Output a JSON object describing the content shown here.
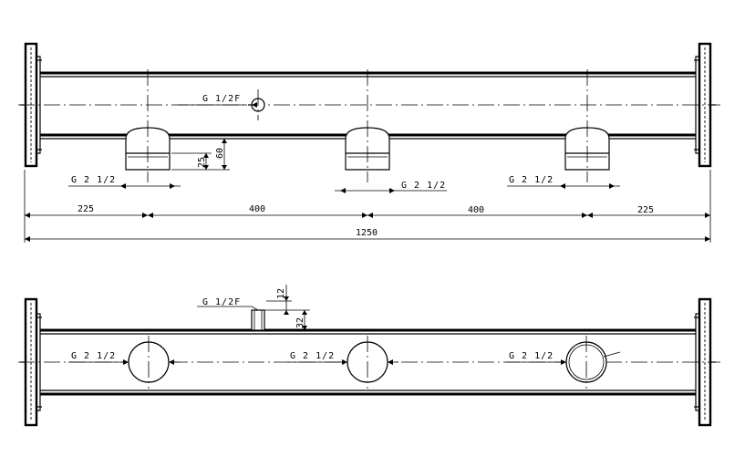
{
  "labels": {
    "port_top": "G 1/2F",
    "outlet_left": "G 2 1/2",
    "outlet_mid": "G 2 1/2",
    "outlet_right": "G 2 1/2",
    "port_side": "G 1/2F",
    "side_outlet_left": "G 2 1/2",
    "side_outlet_mid": "G 2 1/2",
    "side_outlet_right": "G 2 1/2"
  },
  "dimensions": {
    "seg1": "225",
    "seg2": "400",
    "seg3": "400",
    "seg4": "225",
    "total": "1250",
    "outlet_height": "60",
    "thread_height": "25",
    "port_height": "32",
    "port_offset": "12"
  }
}
